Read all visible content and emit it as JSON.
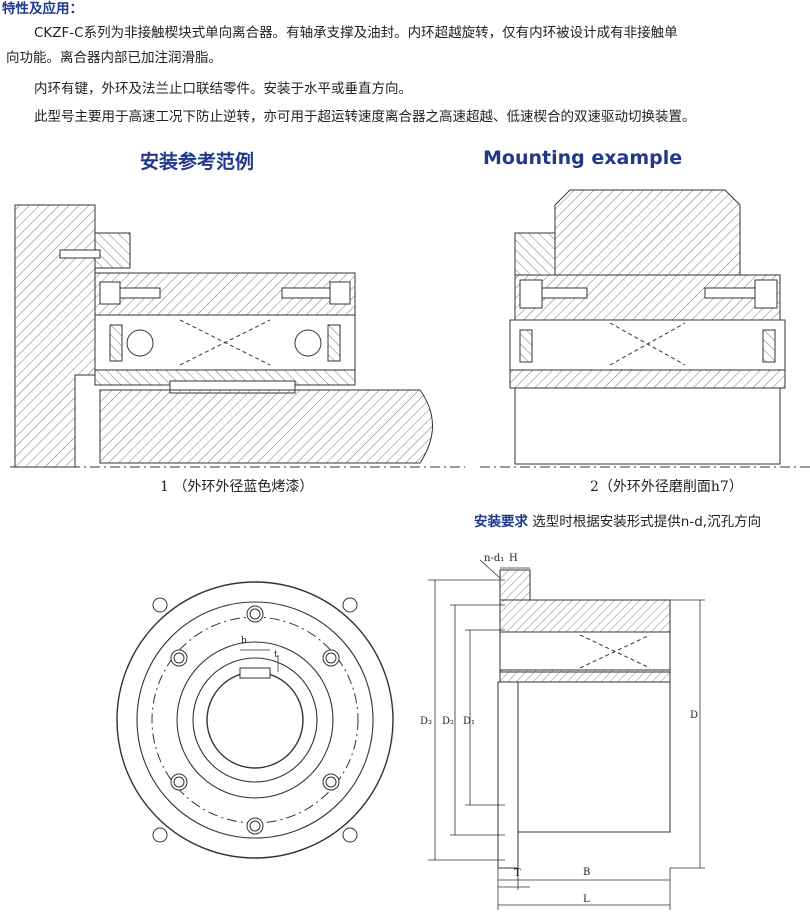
{
  "heading": "特性及应用：",
  "paragraphs": [
    "CKZF-C系列为非接触楔块式单向离合器。有轴承支撑及油封。内环超越旋转，仅有内环被设计成有非接触单",
    "向功能。离合器内部已加注润滑脂。",
    "内环有键，外环及法兰止口联结零件。安装于水平或垂直方向。",
    "此型号主要用于高速工况下防止逆转，亦可用于超运转速度离合器之高速超越、低速楔合的双速驱动切换装置。"
  ],
  "section_titles": {
    "cn": "安装参考范例",
    "en": "Mounting example"
  },
  "captions": {
    "fig1": "1 （外环外径蓝色烤漆）",
    "fig2": "2（外环外径磨削面h7）"
  },
  "requirement": {
    "label": "安装要求",
    "text": " 选型时根据安装形式提供n-d,沉孔方向"
  },
  "dimension_labels": {
    "n_d1": "n-d₁",
    "H": "H",
    "D3": "D₃",
    "D2": "D₂",
    "D1": "D₁",
    "D": "D",
    "T": "T",
    "B": "B",
    "L": "L",
    "b": "b",
    "t": "t"
  },
  "colors": {
    "heading": "#1f3a8a",
    "line": "#333333",
    "hatch": "#555555"
  }
}
